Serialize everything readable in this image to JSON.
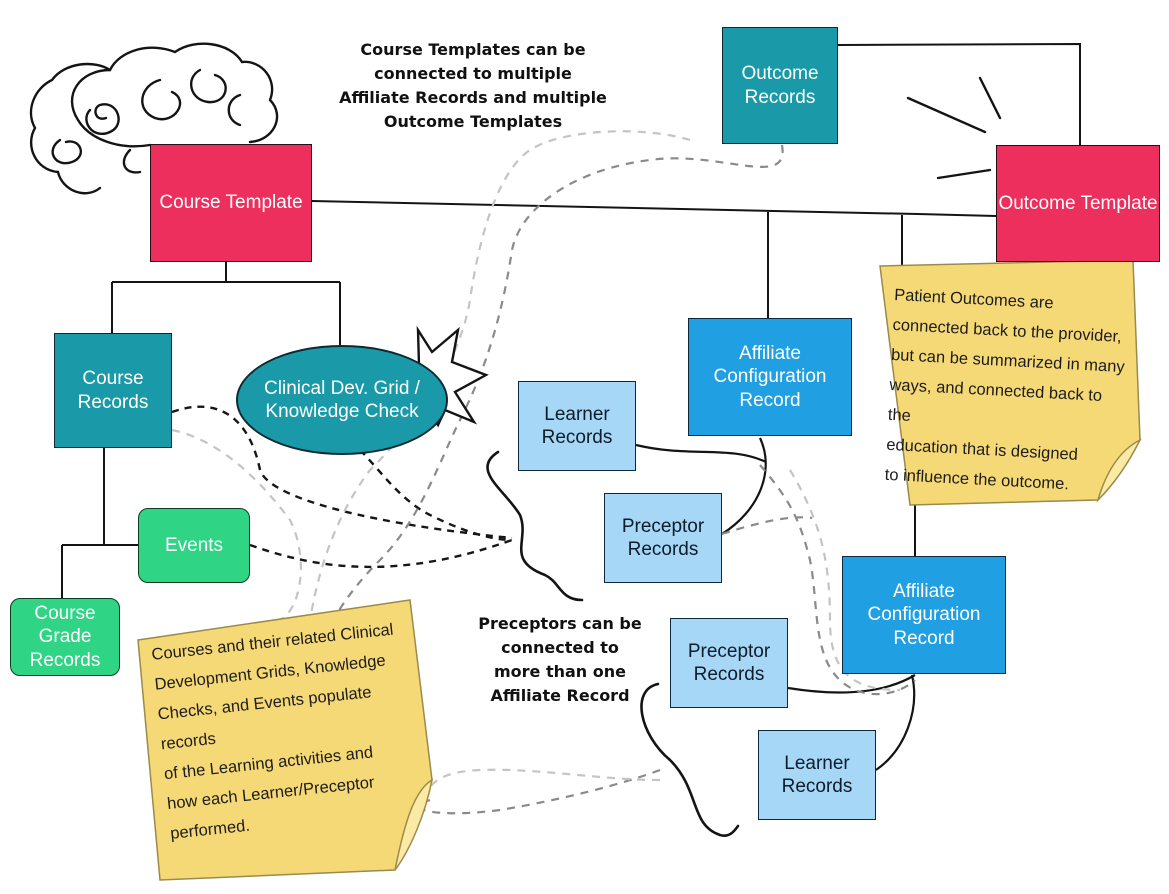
{
  "nodes": {
    "course_template": "Course Template",
    "outcome_records": "Outcome\nRecords",
    "outcome_template": "Outcome Template",
    "course_records": "Course\nRecords",
    "clinical_dev_grid": "Clinical Dev. Grid /\nKnowledge Check",
    "events": "Events",
    "course_grade_records": "Course Grade\nRecords",
    "learner_records_1": "Learner\nRecords",
    "affiliate_config_1": "Affiliate\nConfiguration\nRecord",
    "preceptor_records_1": "Preceptor\nRecords",
    "affiliate_config_2": "Affiliate\nConfiguration\nRecord",
    "preceptor_records_2": "Preceptor\nRecords",
    "learner_records_2": "Learner\nRecords"
  },
  "notes": {
    "patient_outcomes": "Patient Outcomes are\nconnected back to the provider,\nbut can be summarized in many\nways, and connected back to the\neducation that is designed\nto influence the outcome.",
    "courses_related": "Courses and their related Clinical\nDevelopment Grids, Knowledge\nChecks, and Events populate records\nof the Learning activities and\nhow each Learner/Preceptor\nperformed."
  },
  "captions": {
    "course_templates": "Course Templates can be\nconnected to multiple\nAffiliate Records and multiple\nOutcome Templates",
    "preceptors": "Preceptors can be\nconnected to\nmore than one\nAffiliate Record"
  },
  "colors": {
    "teal": "#1a9aa8",
    "pink": "#ec2f5c",
    "blue": "#209fe3",
    "light_blue": "#a6d7f6",
    "green": "#2fd485",
    "note_yellow": "#f6d977"
  }
}
